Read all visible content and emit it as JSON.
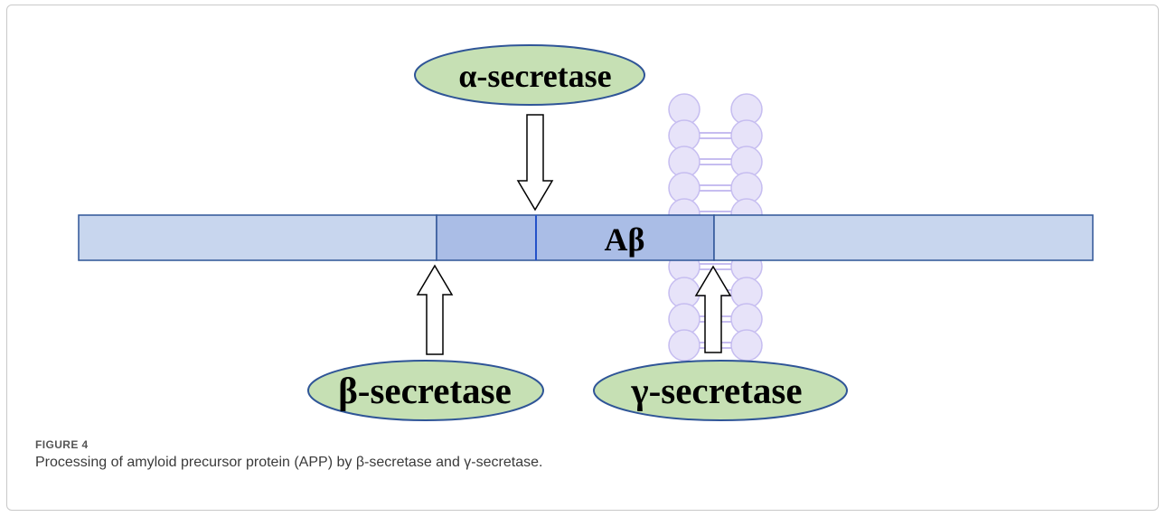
{
  "figure": {
    "labels": {
      "alpha": "α-secretase",
      "beta": "β-secretase",
      "gamma": "γ-secretase",
      "abeta": "Aβ"
    },
    "caption_label": "FIGURE 4",
    "caption_text": "Processing of amyloid precursor protein (APP) by β-secretase and γ-secretase."
  },
  "colors": {
    "ellipse_fill": "#c6e0b4",
    "ellipse_stroke": "#2f5597",
    "bar_fill": "#c8d6ee",
    "abeta_fill": "#aabde6",
    "bar_stroke": "#2f5597",
    "lipid_fill": "#e7e3f9",
    "lipid_stroke": "#c6bdf0",
    "cleavage_line": "#3f78e6"
  }
}
